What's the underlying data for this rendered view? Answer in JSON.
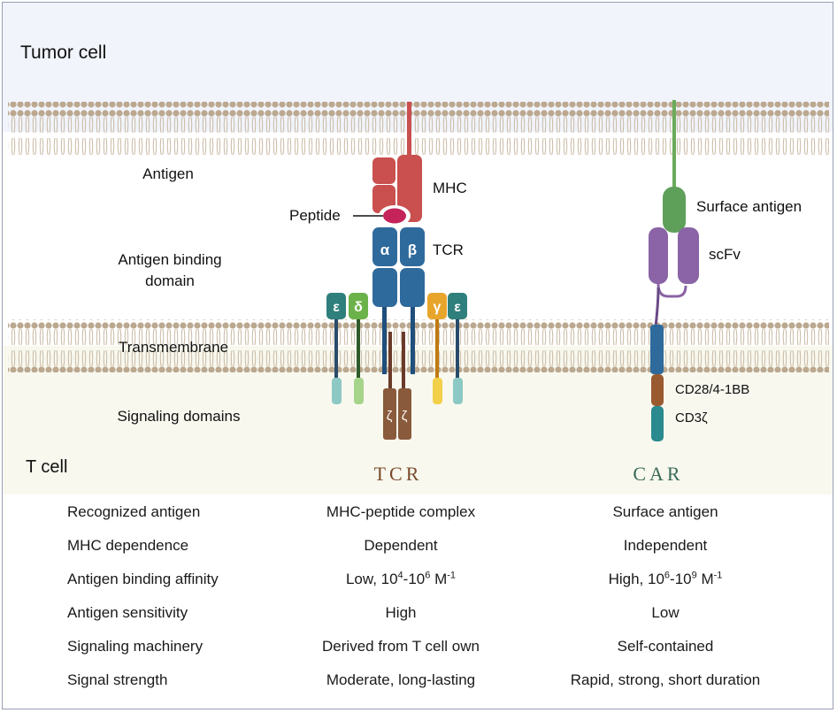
{
  "regions": {
    "tumor": "Tumor cell",
    "tcell": "T cell"
  },
  "left_labels": {
    "antigen": "Antigen",
    "binding_l1": "Antigen binding",
    "binding_l2": "domain",
    "transmembrane": "Transmembrane",
    "signaling": "Signaling domains"
  },
  "tcr": {
    "mhc": "MHC",
    "peptide": "Peptide",
    "tcr": "TCR",
    "alpha": "α",
    "beta": "β",
    "epsilon": "ε",
    "delta": "δ",
    "gamma": "γ",
    "zeta": "ζ",
    "title": "TCR"
  },
  "car": {
    "surface_antigen": "Surface antigen",
    "scfv": "scFv",
    "costim": "CD28/4-1BB",
    "cd3z": "CD3ζ",
    "title": "CAR"
  },
  "comparison": [
    {
      "feature": "Recognized antigen",
      "tcr": "MHC-peptide complex",
      "car": "Surface antigen"
    },
    {
      "feature": "MHC dependence",
      "tcr": "Dependent",
      "car": "Independent"
    },
    {
      "feature": "Antigen binding affinity",
      "tcr": {
        "pre": "Low, 10",
        "e1": "4",
        "mid": "-10",
        "e2": "6",
        "post": " M",
        "e3": "-1"
      },
      "car": {
        "pre": "High, 10",
        "e1": "6",
        "mid": "-10",
        "e2": "9",
        "post": " M",
        "e3": "-1"
      }
    },
    {
      "feature": "Antigen sensitivity",
      "tcr": "High",
      "car": "Low"
    },
    {
      "feature": "Signaling machinery",
      "tcr": "Derived from T cell own",
      "car": "Self-contained"
    },
    {
      "feature": "Signal strength",
      "tcr": "Moderate, long-lasting",
      "car": "Rapid, strong, short duration"
    }
  ],
  "colors": {
    "tumor_bg": "#f1f4fb",
    "tcell_bg": "#f8f8ef",
    "lipid": "#bba88f",
    "mhc": "#c9504f",
    "peptide": "#c4245a",
    "tcr": "#2f6a9c",
    "epsilon": "#2f7f7c",
    "delta": "#6cb24a",
    "gamma": "#e8a52c",
    "zeta": "#8a5a3c",
    "car_stalk": "#6aab5a",
    "surface_antigen": "#5ea05a",
    "scfv": "#8a64a6",
    "cd28": "#9a5a30",
    "cd3z": "#2a8a8e",
    "tcr_title": "#7a4a2a",
    "car_title": "#3a6a58"
  }
}
